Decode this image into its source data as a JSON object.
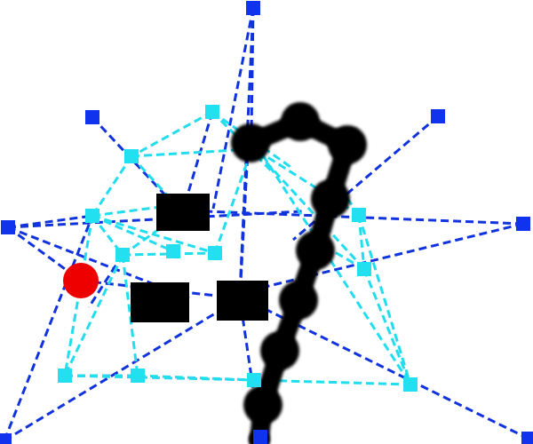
{
  "diagram": {
    "colors": {
      "outer_edge": "#1133dd",
      "inner_edge": "#22ddee",
      "outer_node": "#1133ee",
      "inner_node": "#22e0f0",
      "goal": "#ee0000",
      "obstacle": "#000000",
      "path": "#000000",
      "background": "#ffffff"
    },
    "outer_nodes": [
      {
        "id": "o1",
        "kind": "outer"
      },
      {
        "id": "o2",
        "kind": "outer"
      },
      {
        "id": "o3",
        "kind": "outer"
      },
      {
        "id": "o4",
        "kind": "outer"
      },
      {
        "id": "o5",
        "kind": "outer"
      },
      {
        "id": "o6",
        "kind": "outer"
      },
      {
        "id": "o7",
        "kind": "outer"
      },
      {
        "id": "o8",
        "kind": "outer"
      }
    ],
    "inner_nodes": [
      {
        "id": "i1",
        "kind": "inner"
      },
      {
        "id": "i2",
        "kind": "inner"
      },
      {
        "id": "i3",
        "kind": "inner"
      },
      {
        "id": "i4",
        "kind": "inner"
      },
      {
        "id": "i5",
        "kind": "inner"
      },
      {
        "id": "i6",
        "kind": "inner"
      },
      {
        "id": "i7",
        "kind": "inner"
      },
      {
        "id": "i8",
        "kind": "inner"
      },
      {
        "id": "i9",
        "kind": "inner"
      },
      {
        "id": "i10",
        "kind": "inner"
      },
      {
        "id": "i11",
        "kind": "inner"
      },
      {
        "id": "i12",
        "kind": "inner"
      }
    ],
    "goal": {
      "id": "goal",
      "kind": "target"
    },
    "obstacles": [
      {
        "id": "obstacle-1"
      },
      {
        "id": "obstacle-2"
      },
      {
        "id": "obstacle-3"
      }
    ],
    "path": {
      "id": "trajectory",
      "count": 8
    }
  }
}
